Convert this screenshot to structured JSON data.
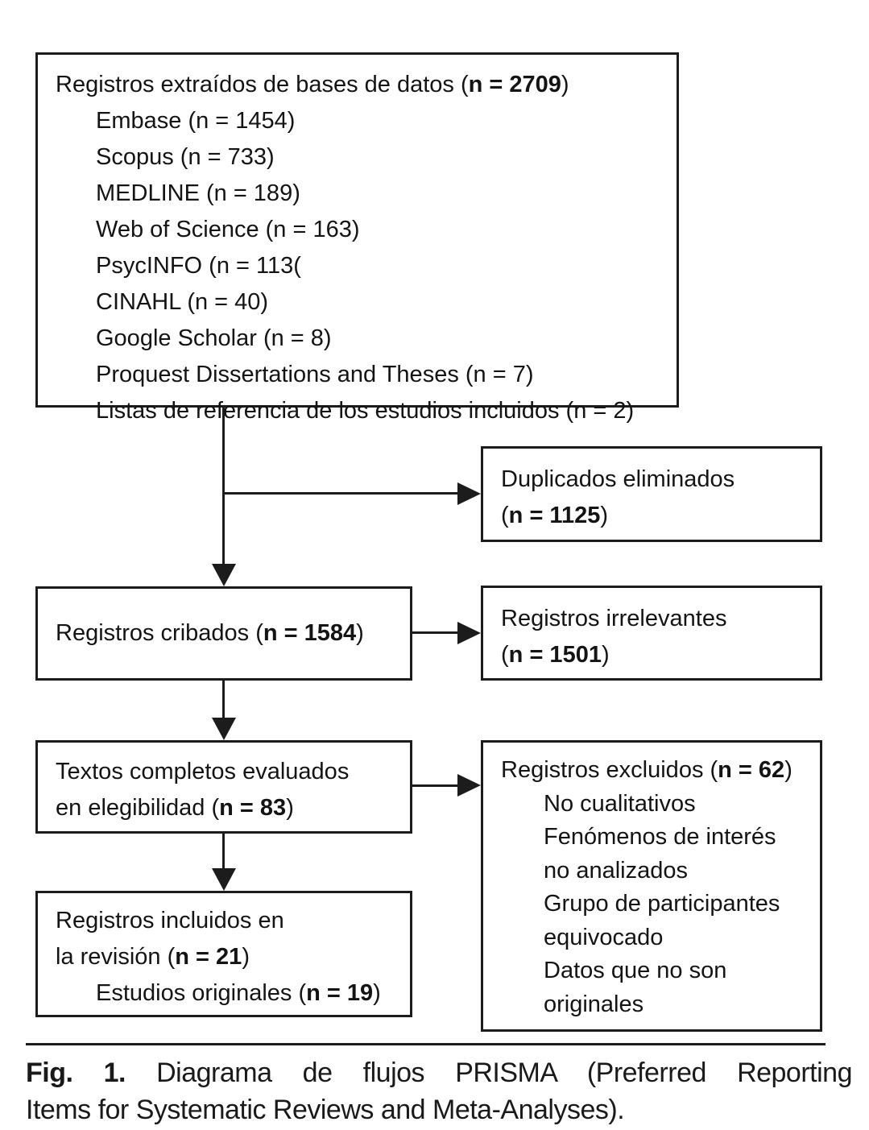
{
  "figure": {
    "colors": {
      "background": "#ffffff",
      "border": "#1c1c1c",
      "text": "#141414"
    },
    "boxes": {
      "records": {
        "title": "Registros extraídos de bases de datos (**n = 2709**)",
        "items": [
          "Embase (n = 1454)",
          "Scopus (n = 733)",
          "MEDLINE (n = 189)",
          "Web of Science (n = 163)",
          "PsycINFO (n = 113(",
          "CINAHL (n = 40)",
          "Google Scholar (n = 8)",
          "Proquest Dissertations and Theses (n = 7)",
          "Listas de referencia de los estudios incluidos (n = 2)"
        ]
      },
      "duplicates": {
        "lines": [
          "Duplicados eliminados",
          "(**n = 1125**)"
        ]
      },
      "screened": {
        "title": "Registros cribados (**n = 1584**)"
      },
      "irrelevant": {
        "lines": [
          "Registros irrelevantes",
          "(**n = 1501**)"
        ]
      },
      "fulltext": {
        "lines": [
          "Textos completos evaluados",
          "en elegibilidad (**n = 83**)"
        ]
      },
      "excluded": {
        "title": "Registros excluidos (**n = 62**)",
        "items": [
          "No cualitativos",
          "Fenómenos de interés",
          "no analizados",
          "Grupo de participantes",
          "equivocado",
          "Datos que no son",
          "originales"
        ]
      },
      "included": {
        "lines": [
          "Registros incluidos en",
          "la revisión (**n = 21**)"
        ],
        "item": "Estudios originales (**n = 19**)"
      }
    },
    "caption": {
      "line1": "**Fig. 1.** Diagrama de flujos PRISMA (Preferred Reporting",
      "line2": "Items for Systematic Reviews and Meta-Analyses)."
    }
  }
}
